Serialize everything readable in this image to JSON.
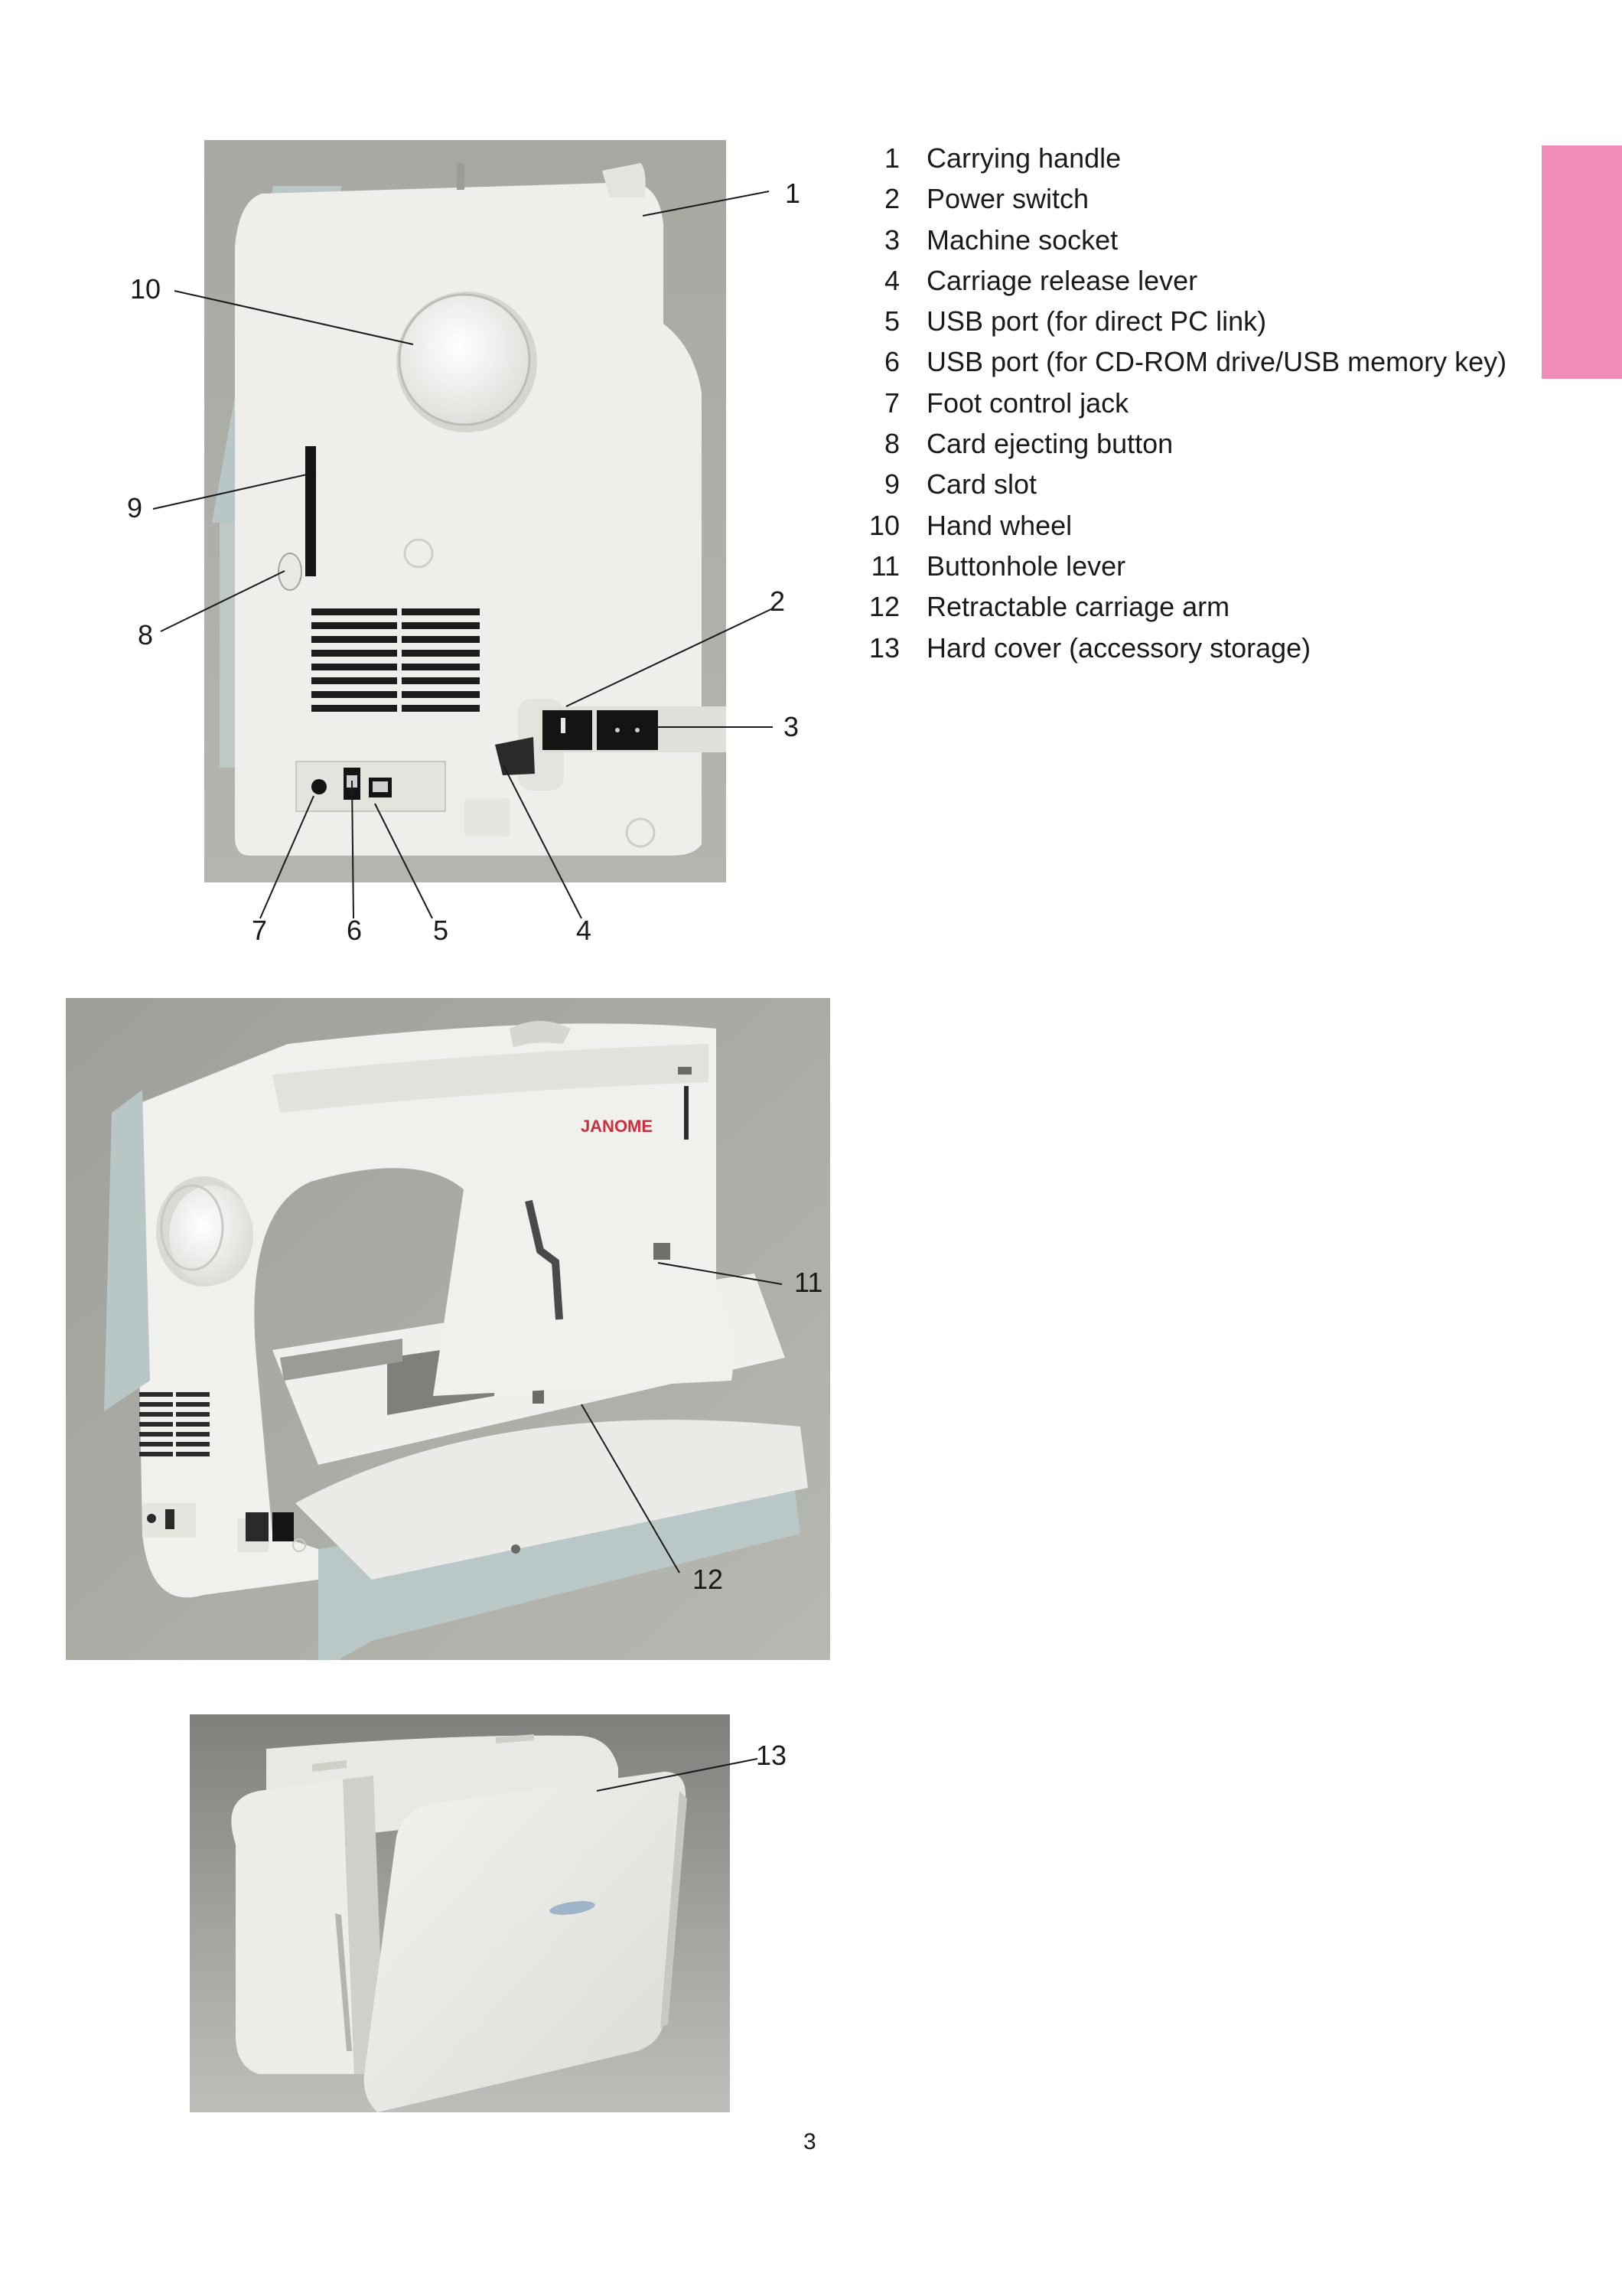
{
  "parts": [
    {
      "num": "1",
      "label": "Carrying handle"
    },
    {
      "num": "2",
      "label": "Power switch"
    },
    {
      "num": "3",
      "label": "Machine socket"
    },
    {
      "num": "4",
      "label": "Carriage release lever"
    },
    {
      "num": "5",
      "label": "USB port (for direct PC link)"
    },
    {
      "num": "6",
      "label": "USB port (for CD-ROM drive/USB memory key)"
    },
    {
      "num": "7",
      "label": "Foot control jack"
    },
    {
      "num": "8",
      "label": "Card ejecting button"
    },
    {
      "num": "9",
      "label": "Card slot"
    },
    {
      "num": "10",
      "label": "Hand wheel"
    },
    {
      "num": "11",
      "label": "Buttonhole lever"
    },
    {
      "num": "12",
      "label": "Retractable carriage arm"
    },
    {
      "num": "13",
      "label": "Hard cover (accessory storage)"
    }
  ],
  "callouts": {
    "c1": "1",
    "c2": "2",
    "c3": "3",
    "c4": "4",
    "c5": "5",
    "c6": "6",
    "c7": "7",
    "c8": "8",
    "c9": "9",
    "c10": "10",
    "c11": "11",
    "c12": "12",
    "c13": "13"
  },
  "brand_logo": "JANOME",
  "page_number": "3",
  "colors": {
    "tab_marker": "#ef8cba",
    "photo_background": "#a9aaa4",
    "machine_body": "#eeeeea",
    "panel_blue": "#b9c7c6"
  }
}
